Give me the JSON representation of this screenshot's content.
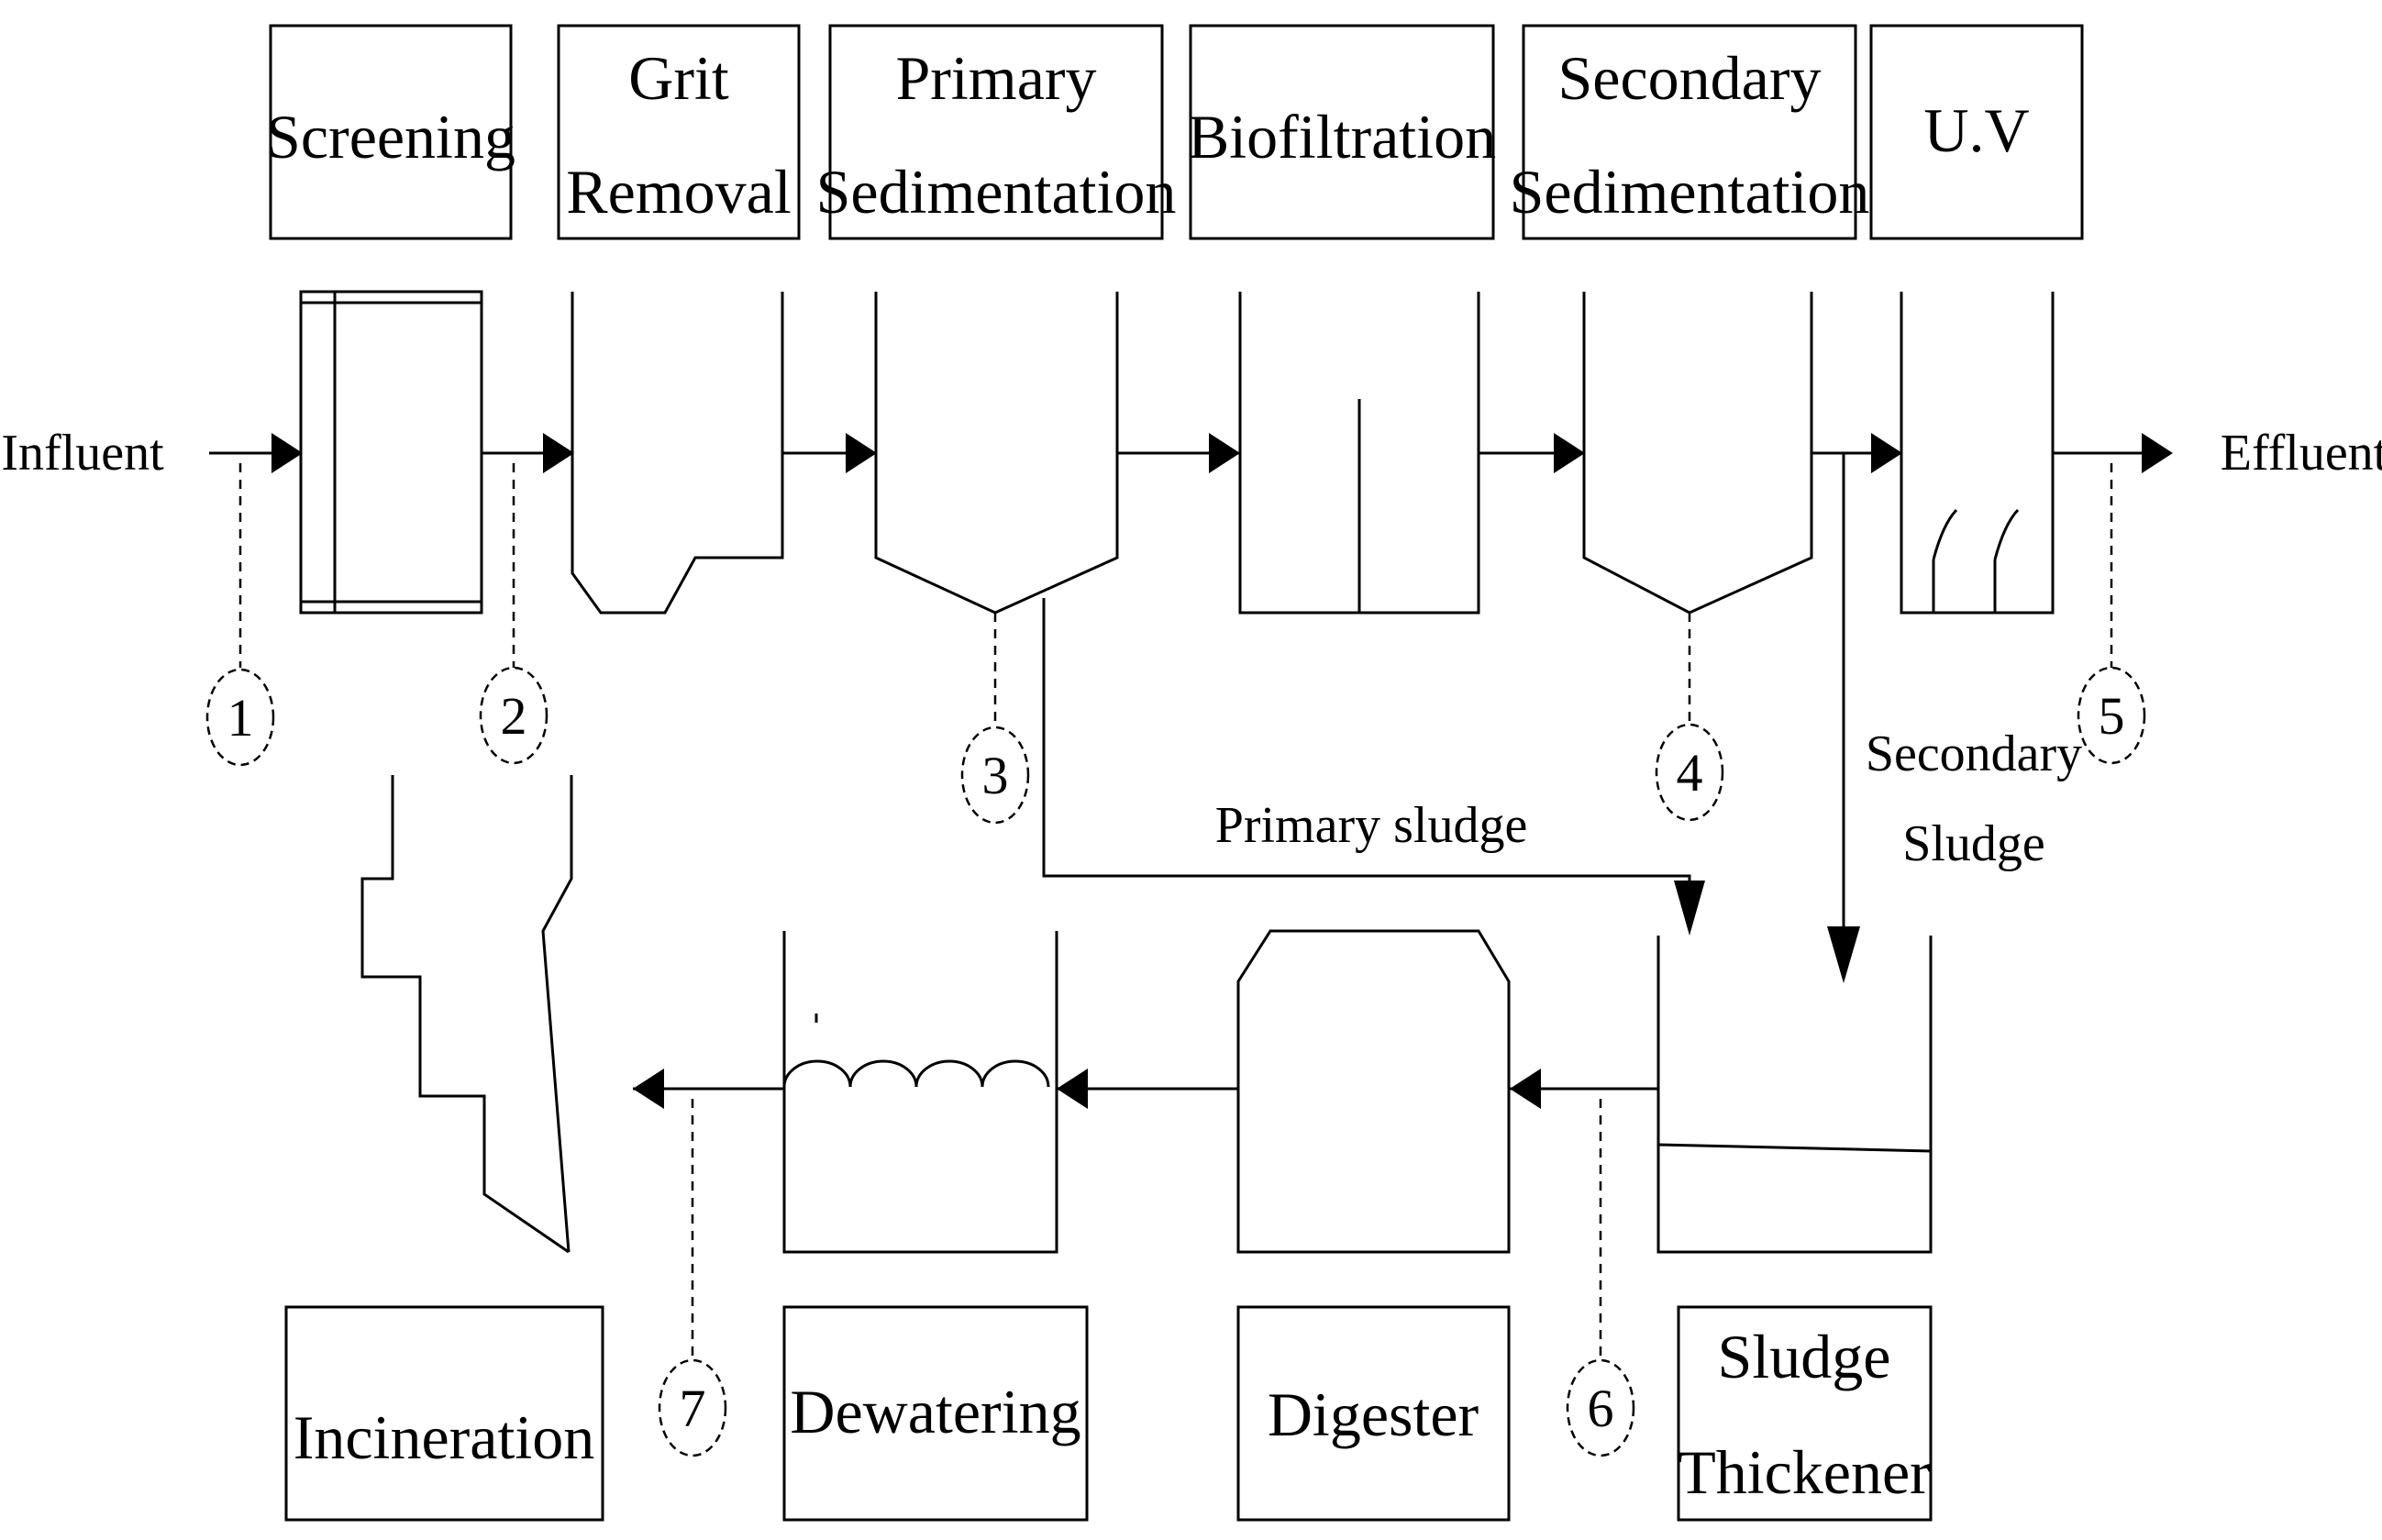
{
  "stages_top": [
    {
      "id": "screening",
      "lines": [
        "Screening"
      ]
    },
    {
      "id": "grit-removal",
      "lines": [
        "Grit",
        "Removal"
      ]
    },
    {
      "id": "primary-sedimentation",
      "lines": [
        "Primary",
        "Sedimentation"
      ]
    },
    {
      "id": "biofiltration",
      "lines": [
        "Biofiltration"
      ]
    },
    {
      "id": "secondary-sedimentation",
      "lines": [
        "Secondary",
        "Sedimentation"
      ]
    },
    {
      "id": "uv",
      "lines": [
        "U.V"
      ]
    }
  ],
  "stages_bottom": [
    {
      "id": "incineration",
      "lines": [
        "Incineration"
      ]
    },
    {
      "id": "dewatering",
      "lines": [
        "Dewatering"
      ]
    },
    {
      "id": "digester",
      "lines": [
        "Digester"
      ]
    },
    {
      "id": "sludge-thickener",
      "lines": [
        "Sludge",
        "Thickener"
      ]
    }
  ],
  "flow_labels": {
    "influent": "Influent",
    "effluent": "Effluent",
    "primary_sludge": "Primary sludge",
    "secondary_sludge_line1": "Secondary",
    "secondary_sludge_line2": "Sludge"
  },
  "sampling_points": [
    "1",
    "2",
    "3",
    "4",
    "5",
    "6",
    "7"
  ]
}
